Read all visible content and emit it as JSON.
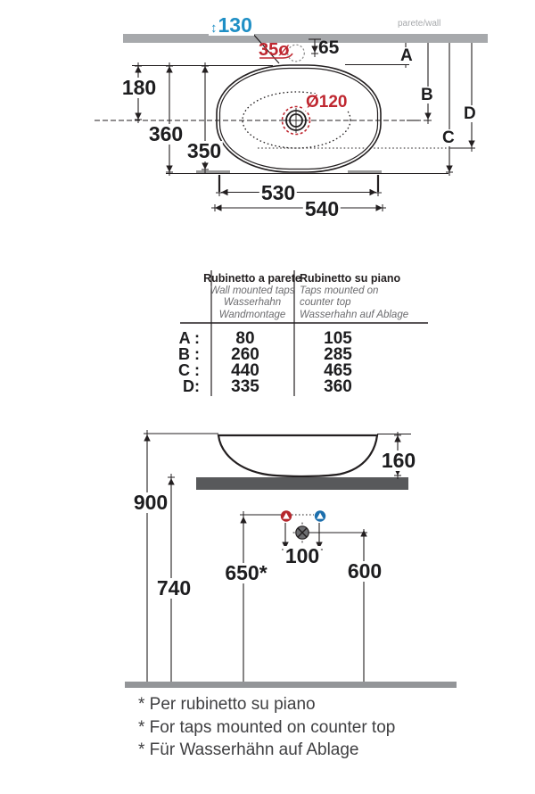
{
  "plan": {
    "wall_label": "parete/wall",
    "height_icon": "↕",
    "height_note": "130",
    "tap_hole": "35ø",
    "tap_offset": "65",
    "drain_diameter": "Ø120",
    "dims": {
      "back_to_center": "180",
      "depth": "360",
      "bowl_depth": "350",
      "bowl_width": "530",
      "width": "540"
    },
    "refs": {
      "a": "A",
      "b": "B",
      "c": "C",
      "d": "D"
    }
  },
  "table": {
    "col1": {
      "title": "Rubinetto a parete",
      "sub": [
        "Wall mounted taps",
        "Wasserhahn",
        "Wandmontage"
      ]
    },
    "col2": {
      "title": "Rubinetto su piano",
      "sub": [
        "Taps mounted on",
        "counter top",
        "Wasserhahn auf Ablage"
      ]
    },
    "rows": [
      {
        "label": "A :",
        "wall": "80",
        "counter": "105"
      },
      {
        "label": "B :",
        "wall": "260",
        "counter": "285"
      },
      {
        "label": "C :",
        "wall": "440",
        "counter": "465"
      },
      {
        "label": "D:",
        "wall": "335",
        "counter": "360"
      }
    ]
  },
  "side": {
    "dims": {
      "basin_height": "160",
      "rim_height": "900",
      "counter_height": "740",
      "tap_height": "650*",
      "drain_height": "600",
      "tap_spacing": "100"
    }
  },
  "footnotes": [
    "* Per rubinetto su piano",
    "* For taps mounted on counter top",
    "* Für Wasserhähn auf Ablage"
  ],
  "colors": {
    "accent_blue": "#1f8fc5",
    "accent_red": "#bf2730",
    "wall_gray": "#a7a9ac",
    "counter_gray": "#58595b",
    "floor_gray": "#939598"
  }
}
